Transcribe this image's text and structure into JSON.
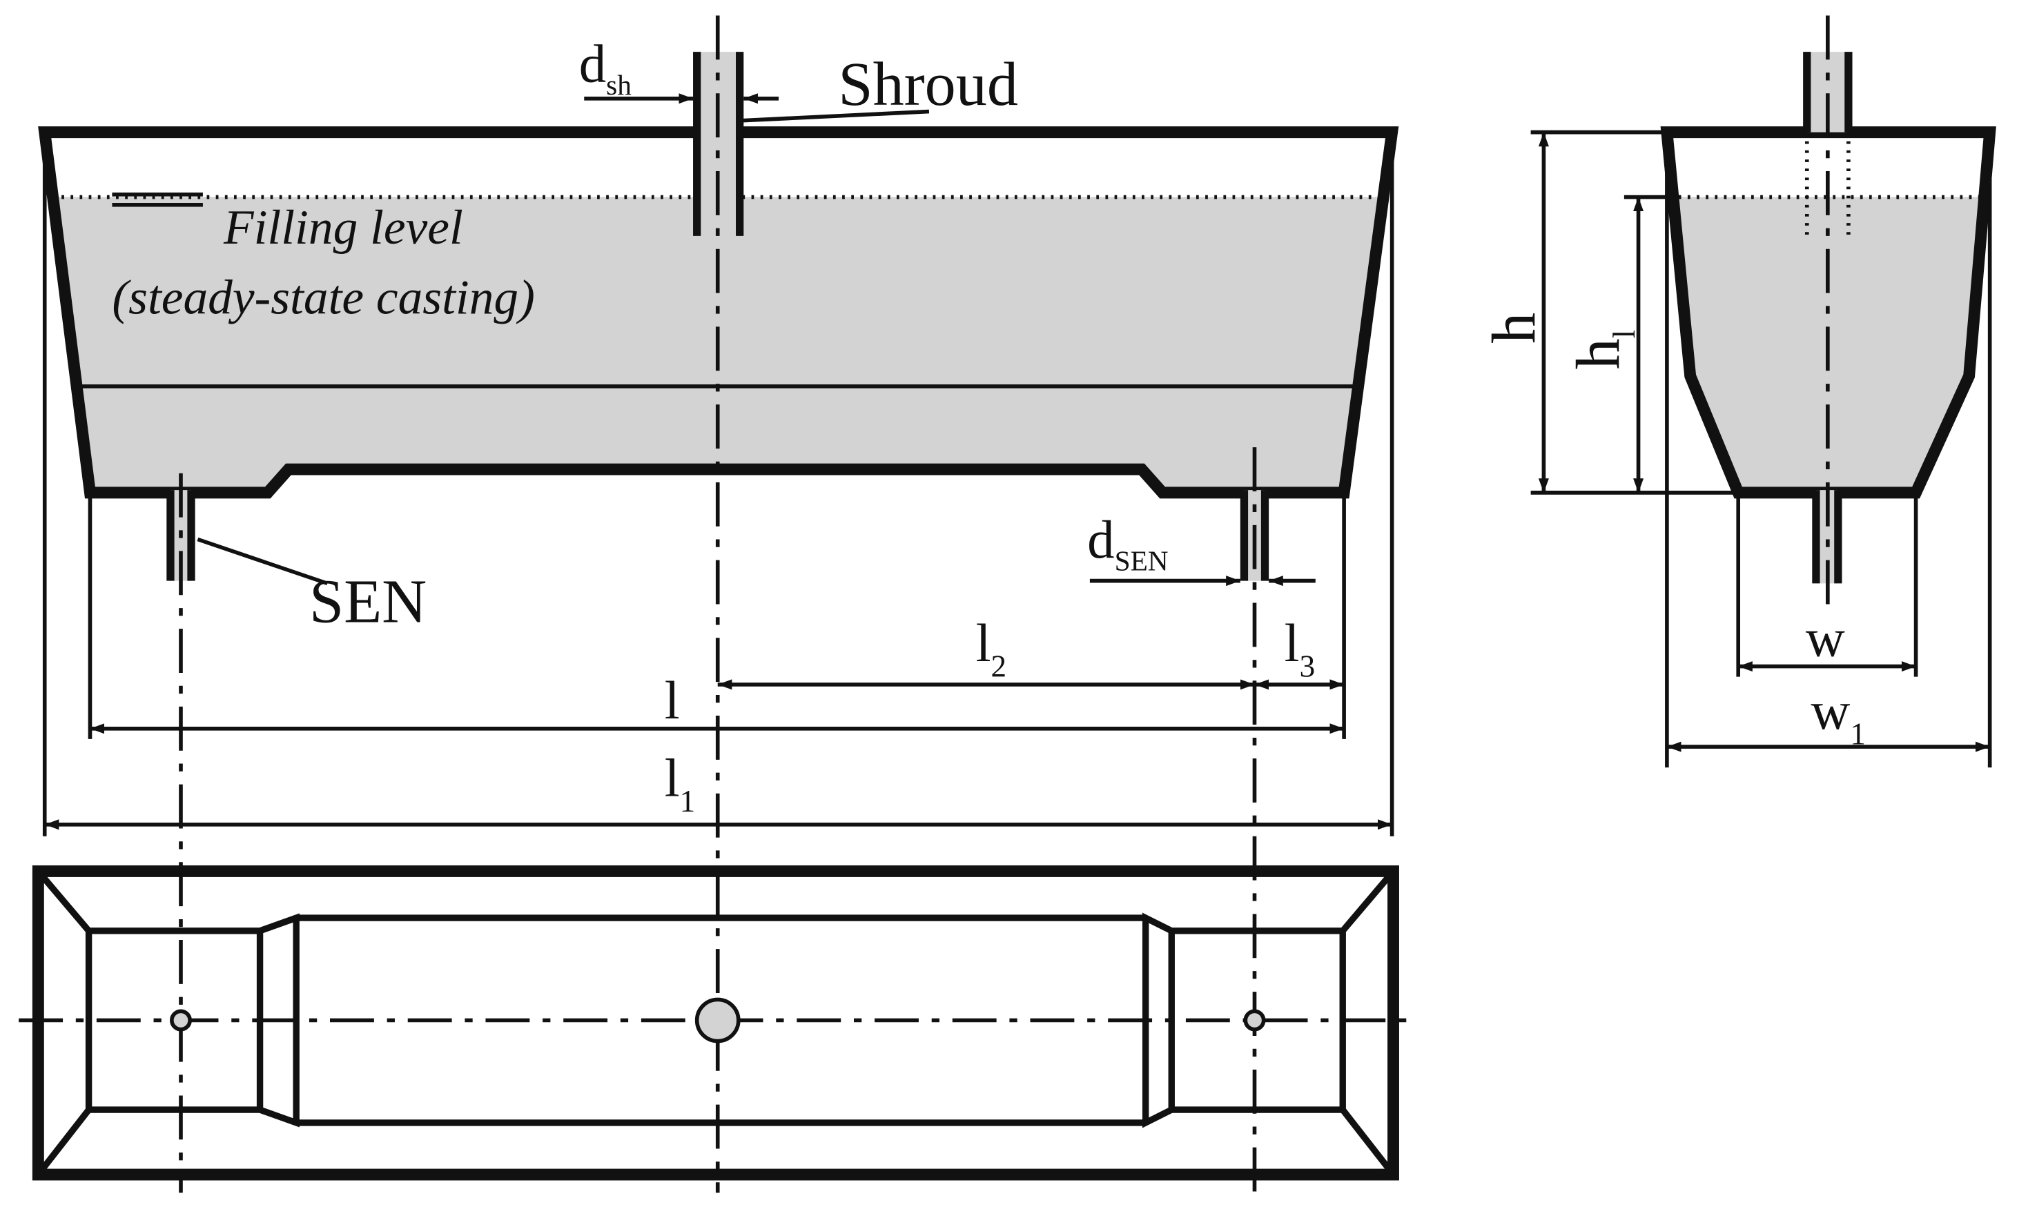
{
  "labels": {
    "shroud": "Shroud",
    "filling_level": "Filling level",
    "steady_state": "(steady-state casting)",
    "sen": "SEN",
    "d_sh": {
      "base": "d",
      "sub": "sh"
    },
    "d_sen": {
      "base": "d",
      "sub": "SEN"
    },
    "l": {
      "base": "l",
      "sub": ""
    },
    "l1": {
      "base": "l",
      "sub": "1"
    },
    "l2": {
      "base": "l",
      "sub": "2"
    },
    "l3": {
      "base": "l",
      "sub": "3"
    },
    "h": {
      "base": "h",
      "sub": ""
    },
    "hl": {
      "base": "h",
      "sub": "l"
    },
    "w": {
      "base": "w",
      "sub": ""
    },
    "w1": {
      "base": "w",
      "sub": "1"
    }
  },
  "colors": {
    "line": "#111111",
    "liquid_fill": "#d3d3d3",
    "background": "#ffffff"
  }
}
